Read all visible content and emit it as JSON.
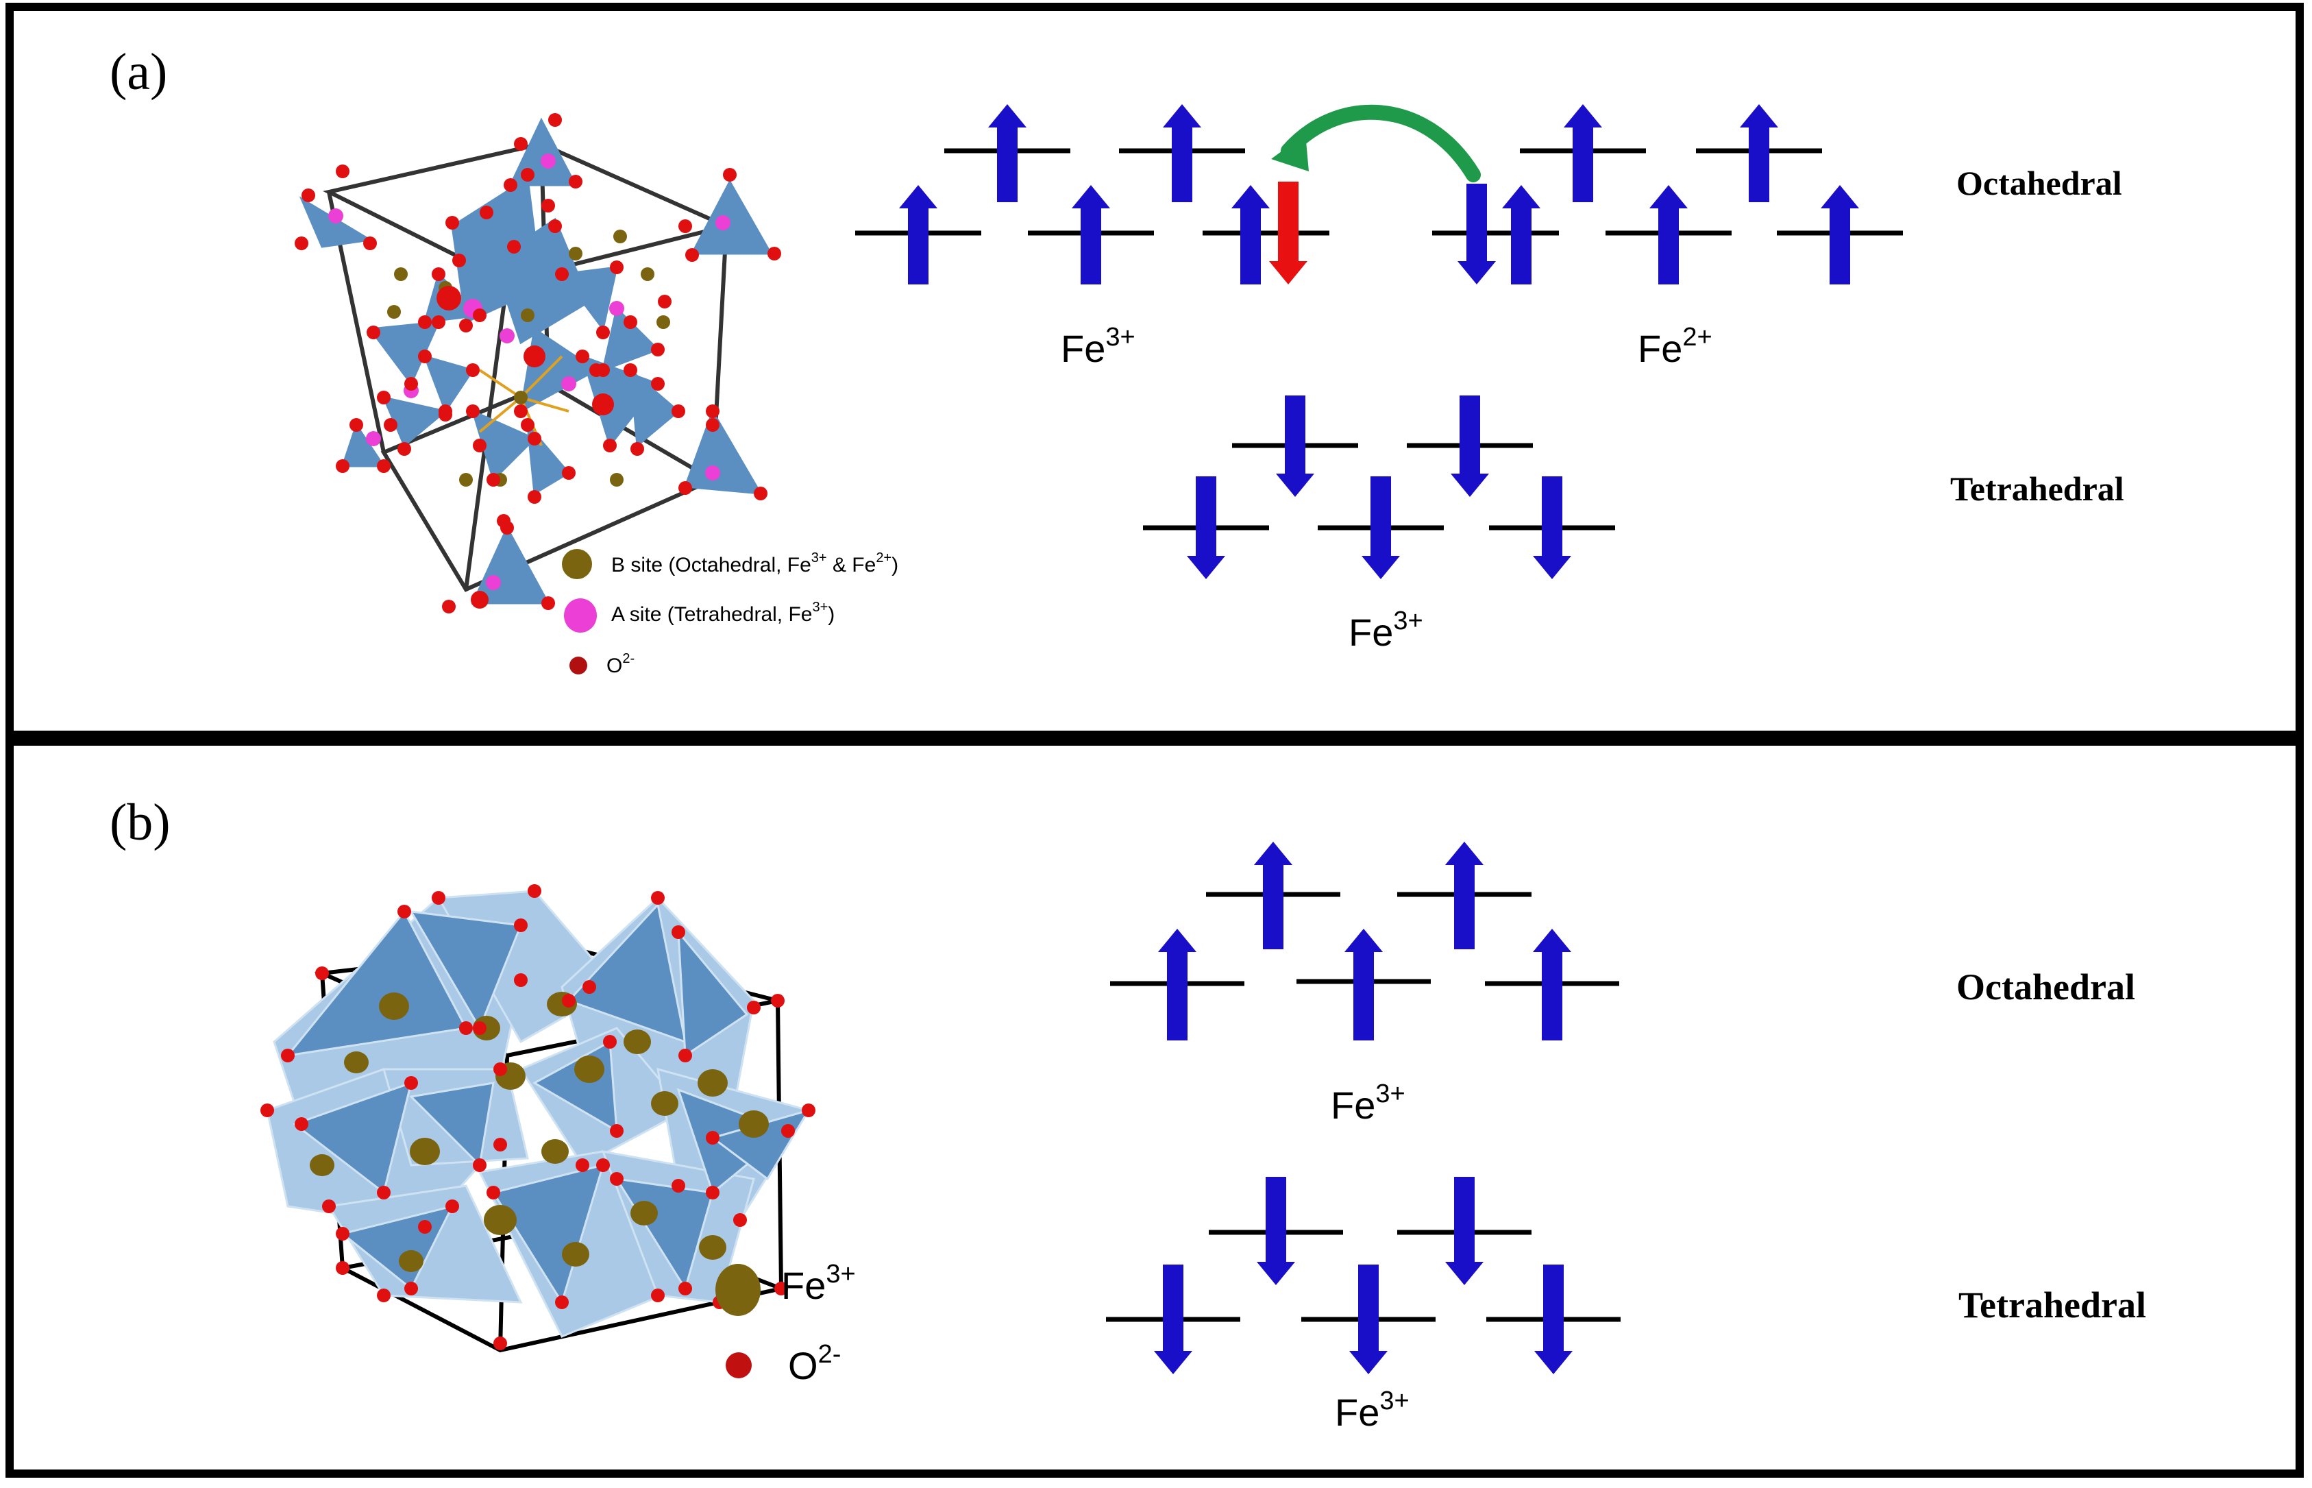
{
  "panels": [
    {
      "label": "(a)",
      "legend": [
        {
          "text": "B site (Octahedral, Fe",
          "sup1": "3+",
          "mid": " & Fe",
          "sup2": "2+",
          "end": ")",
          "color": "#7a6410"
        },
        {
          "text": "A site (Tetrahedral, Fe",
          "sup1": "3+",
          "mid": "",
          "sup2": "",
          "end": ")",
          "color": "#ec3fd6"
        },
        {
          "text": "O",
          "sup1": "2-",
          "mid": "",
          "sup2": "",
          "end": "",
          "color": "#b01010"
        }
      ],
      "octahedral_label": "Octahedral",
      "tetrahedral_label": "Tetrahedral",
      "ion_oct_left": {
        "base": "Fe",
        "charge": "3+"
      },
      "ion_oct_right": {
        "base": "Fe",
        "charge": "2+"
      },
      "ion_tet": {
        "base": "Fe",
        "charge": "3+"
      }
    },
    {
      "label": "(b)",
      "legend": [
        {
          "text": "Fe",
          "sup1": "3+",
          "color": "#7a6410"
        },
        {
          "text": "O",
          "sup1": "2-",
          "color": "#c01010"
        }
      ],
      "octahedral_label": "Octahedral",
      "tetrahedral_label": "Tetrahedral",
      "ion_oct": {
        "base": "Fe",
        "charge": "3+"
      },
      "ion_tet": {
        "base": "Fe",
        "charge": "3+"
      }
    }
  ],
  "colors": {
    "frame": "#000000",
    "spin_arrow": "#1a0fc8",
    "minority_arrow": "#e81010",
    "hop_arrow": "#1f9a4a",
    "polyhedron": "#5b8fc2",
    "polyhedron_light": "#a9c9e6",
    "oxygen": "#e01010",
    "b_site": "#7a6410",
    "a_site": "#ec3fd6"
  }
}
